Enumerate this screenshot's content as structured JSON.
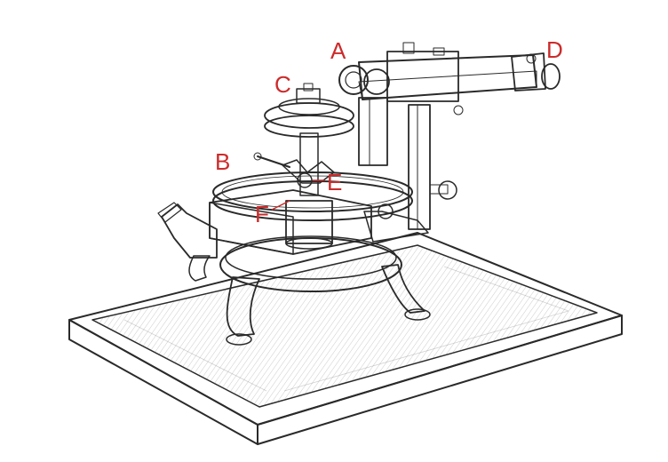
{
  "labels": {
    "a": "A",
    "b": "B",
    "c": "C",
    "d": "D",
    "e": "E",
    "f": "F"
  },
  "colors": {
    "label": "#cc2b2b",
    "ink": "#2a2a2a",
    "shade": "#b9b9b9",
    "paper": "#ffffff"
  }
}
